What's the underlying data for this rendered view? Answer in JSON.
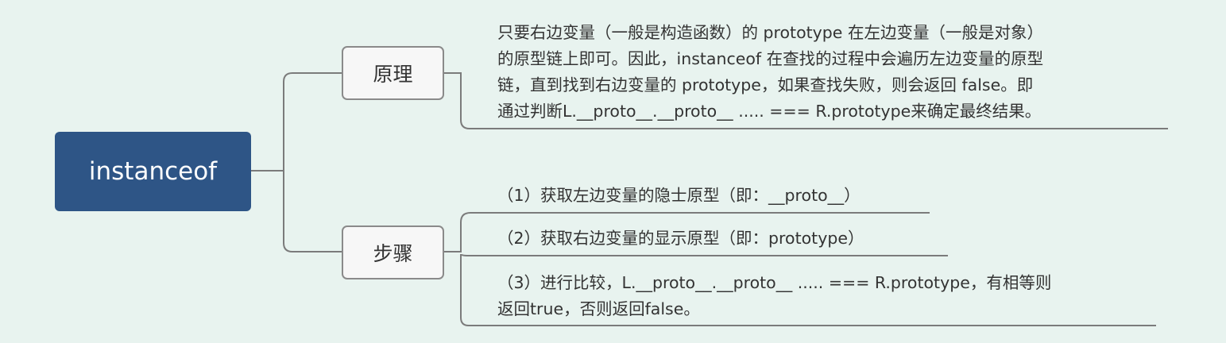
{
  "root": {
    "label": "instanceof"
  },
  "branches": [
    {
      "label": "原理",
      "lines": [
        "只要右边变量（一般是构造函数）的 prototype 在左边变量（一般是对象）",
        "的原型链上即可。因此，instanceof 在查找的过程中会遍历左边变量的原型",
        "链，直到找到右边变量的 prototype，如果查找失败，则会返回 false。即",
        "通过判断L.__proto__.__proto__ ..... === R.prototype来确定最终结果。"
      ]
    },
    {
      "label": "步骤",
      "steps": [
        {
          "lines": [
            "（1）获取左边变量的隐士原型（即：__proto__）"
          ]
        },
        {
          "lines": [
            "（2）获取右边变量的显示原型（即：prototype）"
          ]
        },
        {
          "lines": [
            "（3）进行比较，L.__proto__.__proto__ ..... === R.prototype，有相等则",
            "返回true，否则返回false。"
          ]
        }
      ]
    }
  ],
  "colors": {
    "background": "#e8f3ef",
    "root_fill": "#2e5586",
    "branch_fill": "#f7f7f7",
    "branch_border": "#8a8a8a",
    "connector": "#7b7b7b",
    "text": "#333333"
  }
}
